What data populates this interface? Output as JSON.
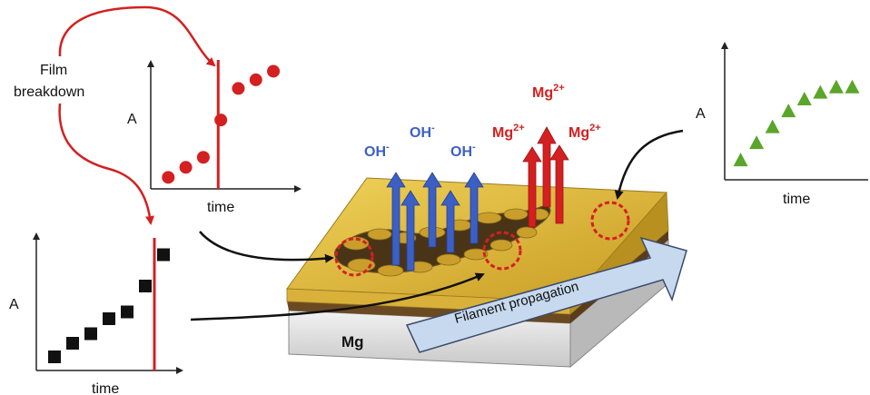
{
  "labels": {
    "film_breakdown_line1": "Film",
    "film_breakdown_line2": "breakdown",
    "axis_A": "A",
    "axis_time": "time",
    "mg_label": "Mg",
    "filament_propagation": "Filament propagation",
    "oh_ion": "OH",
    "oh_charge": "-",
    "mg_ion": "Mg",
    "mg_charge": "2+"
  },
  "colors": {
    "red": "#d42020",
    "blue": "#3c5fc4",
    "green": "#5aa52a",
    "black": "#111111",
    "film": "#d8b43a",
    "metal": "#d9d9d9",
    "arrow_fill": "#c7d9ee"
  },
  "chart_data": [
    {
      "type": "scatter",
      "marker": "circle",
      "color": "#d42020",
      "xlabel": "time",
      "ylabel": "A",
      "x": [
        1,
        2,
        3,
        4,
        5,
        6,
        7
      ],
      "y": [
        0.08,
        0.15,
        0.22,
        0.48,
        0.7,
        0.76,
        0.82
      ],
      "xlim": [
        0,
        8.5
      ],
      "ylim": [
        0,
        1
      ],
      "breakdown_x": 3.85
    },
    {
      "type": "scatter",
      "marker": "square",
      "color": "#111111",
      "xlabel": "time",
      "ylabel": "A",
      "x": [
        1,
        2,
        3,
        4,
        5,
        6,
        7
      ],
      "y": [
        0.1,
        0.2,
        0.27,
        0.38,
        0.43,
        0.62,
        0.85
      ],
      "xlim": [
        0,
        8
      ],
      "ylim": [
        0,
        1
      ],
      "breakdown_x": 6.5
    },
    {
      "type": "scatter",
      "marker": "triangle",
      "color": "#5aa52a",
      "xlabel": "time",
      "ylabel": "A",
      "x": [
        1,
        2,
        3,
        4,
        5,
        6,
        7,
        8
      ],
      "y": [
        0.15,
        0.28,
        0.4,
        0.52,
        0.61,
        0.66,
        0.7,
        0.7
      ],
      "xlim": [
        0,
        9
      ],
      "ylim": [
        0,
        1
      ]
    }
  ]
}
